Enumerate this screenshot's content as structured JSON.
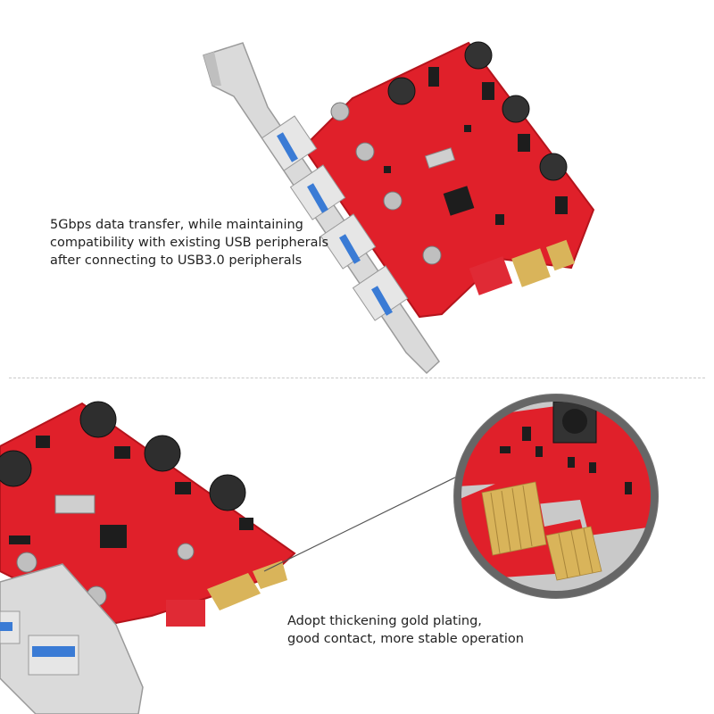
{
  "captions": {
    "top": {
      "lines": [
        "5Gbps data transfer, while maintaining",
        "compatibility with existing USB peripherals",
        "after connecting to USB3.0 peripherals"
      ]
    },
    "bottom": {
      "lines": [
        "Adopt thickening gold plating,",
        "good contact, more stable operation"
      ]
    }
  },
  "colors": {
    "pcb": "#e0202a",
    "pcb_dark": "#b5141c",
    "bracket": "#d8d8d8",
    "gold": "#d9b45a",
    "usb_blue": "#3a7bd5",
    "divider": "#c9c9c9",
    "zoom_ring": "#666666"
  },
  "icons": [
    "pcie-usb3-card",
    "magnifier-zoom-circle"
  ]
}
